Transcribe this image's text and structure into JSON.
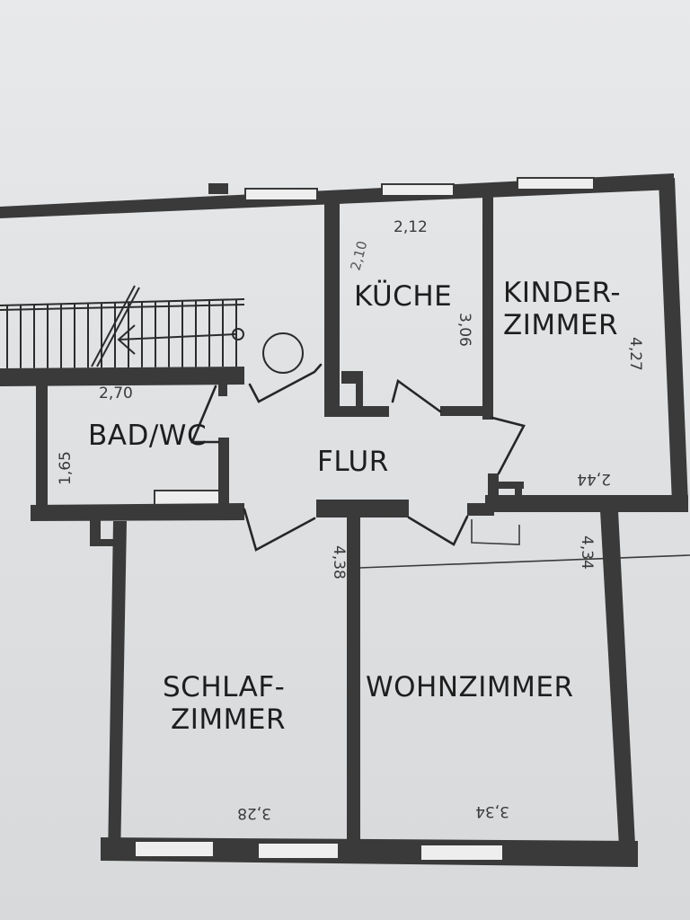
{
  "floor_plan": {
    "rooms": {
      "kueche": "KÜCHE",
      "kinderzimmer_line1": "KINDER-",
      "kinderzimmer_line2": "ZIMMER",
      "bad_wc": "BAD/WC",
      "flur": "FLUR",
      "schlafzimmer_line1": "SCHLAF-",
      "schlafzimmer_line2": "ZIMMER",
      "wohnzimmer": "WOHNZIMMER"
    },
    "dimensions": {
      "kueche_width": "2,12",
      "kueche_depth": "3,06",
      "kueche_pencil": "2,10",
      "kinderzimmer_depth": "4,27",
      "kinderzimmer_width": "2,44",
      "bad_width": "2,70",
      "bad_depth": "1,65",
      "schlafzimmer_width": "3,28",
      "schlafzimmer_depth": "4,38",
      "wohnzimmer_width": "3,34",
      "wohnzimmer_depth": "4,34"
    }
  }
}
